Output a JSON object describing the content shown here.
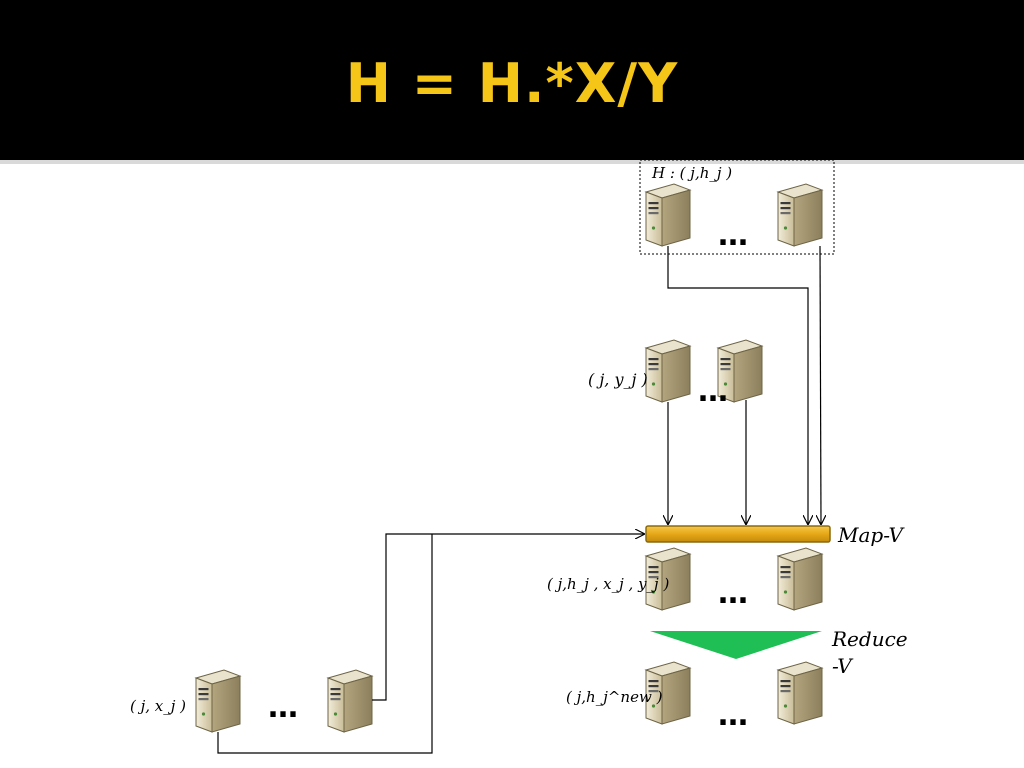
{
  "slide": {
    "title": "H = H.*X/Y"
  },
  "labels": {
    "h_group": "H : ( j,h_j )",
    "y_group": "( j, y_j )",
    "mapv_input": "( j,h_j , x_j , y_j )",
    "reduce_output": "( j,h_j^new )",
    "x_group": "( j, x_j )",
    "map_v": "Map-V",
    "reduce_v_line1": "Reduce",
    "reduce_v_line2": "-V"
  },
  "ellipsis": "…",
  "colors": {
    "header_bg": "#000000",
    "title": "#f5c518",
    "map_bar": "#e6a817",
    "reduce_funnel": "#1fbf55"
  },
  "icons": [
    "server-icon"
  ]
}
